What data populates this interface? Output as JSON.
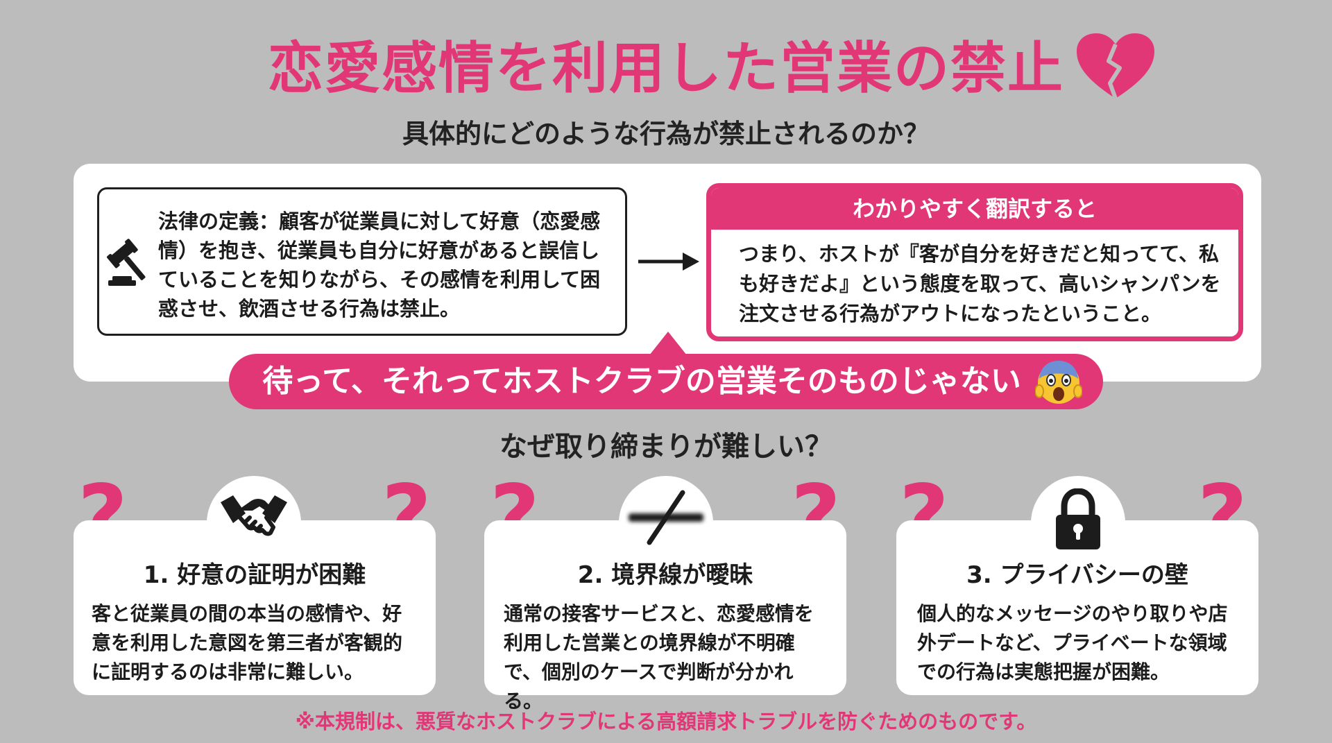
{
  "title": "恋愛感情を利用した営業の禁止",
  "subtitle": "具体的にどのような行為が禁止されるのか？",
  "law": {
    "text": "法律の定義：顧客が従業員に対して好意（恋愛感情）を抱き、従業員も自分に好意があると誤信していることを知りながら、その感情を利用して困惑させ、飲酒させる行為は禁止。"
  },
  "translation": {
    "heading": "わかりやすく翻訳すると",
    "text": "つまり、ホストが『客が自分を好きだと知ってて、私も好きだよ』という態度を取って、高いシャンパンを注文させる行為がアウトになったということ。"
  },
  "banner": {
    "text": "待って、それってホストクラブの営業そのものじゃない"
  },
  "why_heading": "なぜ取り締まりが難しい？",
  "question_mark": "?",
  "cards": [
    {
      "icon": "handshake-icon",
      "title": "1. 好意の証明が困難",
      "body": "客と従業員の間の本当の感情や、好意を利用した意図を第三者が客観的に証明するのは非常に難しい。"
    },
    {
      "icon": "blurred-line-icon",
      "title": "2. 境界線が曖昧",
      "body": "通常の接客サービスと、恋愛感情を利用した営業との境界線が不明確で、個別のケースで判断が分かれる。"
    },
    {
      "icon": "padlock-icon",
      "title": "3. プライバシーの壁",
      "body": "個人的なメッセージのやり取りや店外デートなど、プライベートな領域での行為は実態把握が困難。"
    }
  ],
  "footnote": "※本規制は、悪質なホストクラブによる高額請求トラブルを防ぐためのものです。",
  "colors": {
    "accent": "#e23777",
    "background": "#bcbcbc",
    "panel": "#ffffff",
    "text": "#1c1c1c"
  }
}
